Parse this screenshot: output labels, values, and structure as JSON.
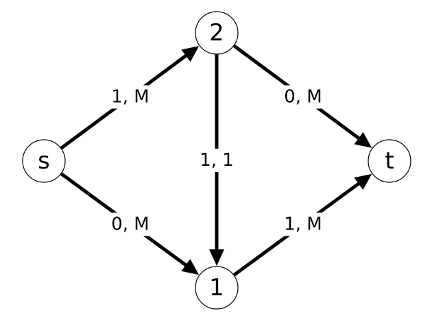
{
  "nodes": [
    {
      "id": "s",
      "label": "s"
    },
    {
      "id": "2",
      "label": "2"
    },
    {
      "id": "1",
      "label": "1"
    },
    {
      "id": "t",
      "label": "t"
    }
  ],
  "edges": [
    {
      "from": "s",
      "to": "2",
      "label": "1, M"
    },
    {
      "from": "s",
      "to": "1",
      "label": "0, M"
    },
    {
      "from": "2",
      "to": "t",
      "label": "0, M"
    },
    {
      "from": "2",
      "to": "1",
      "label": "1, 1"
    },
    {
      "from": "1",
      "to": "t",
      "label": "1, M"
    }
  ]
}
